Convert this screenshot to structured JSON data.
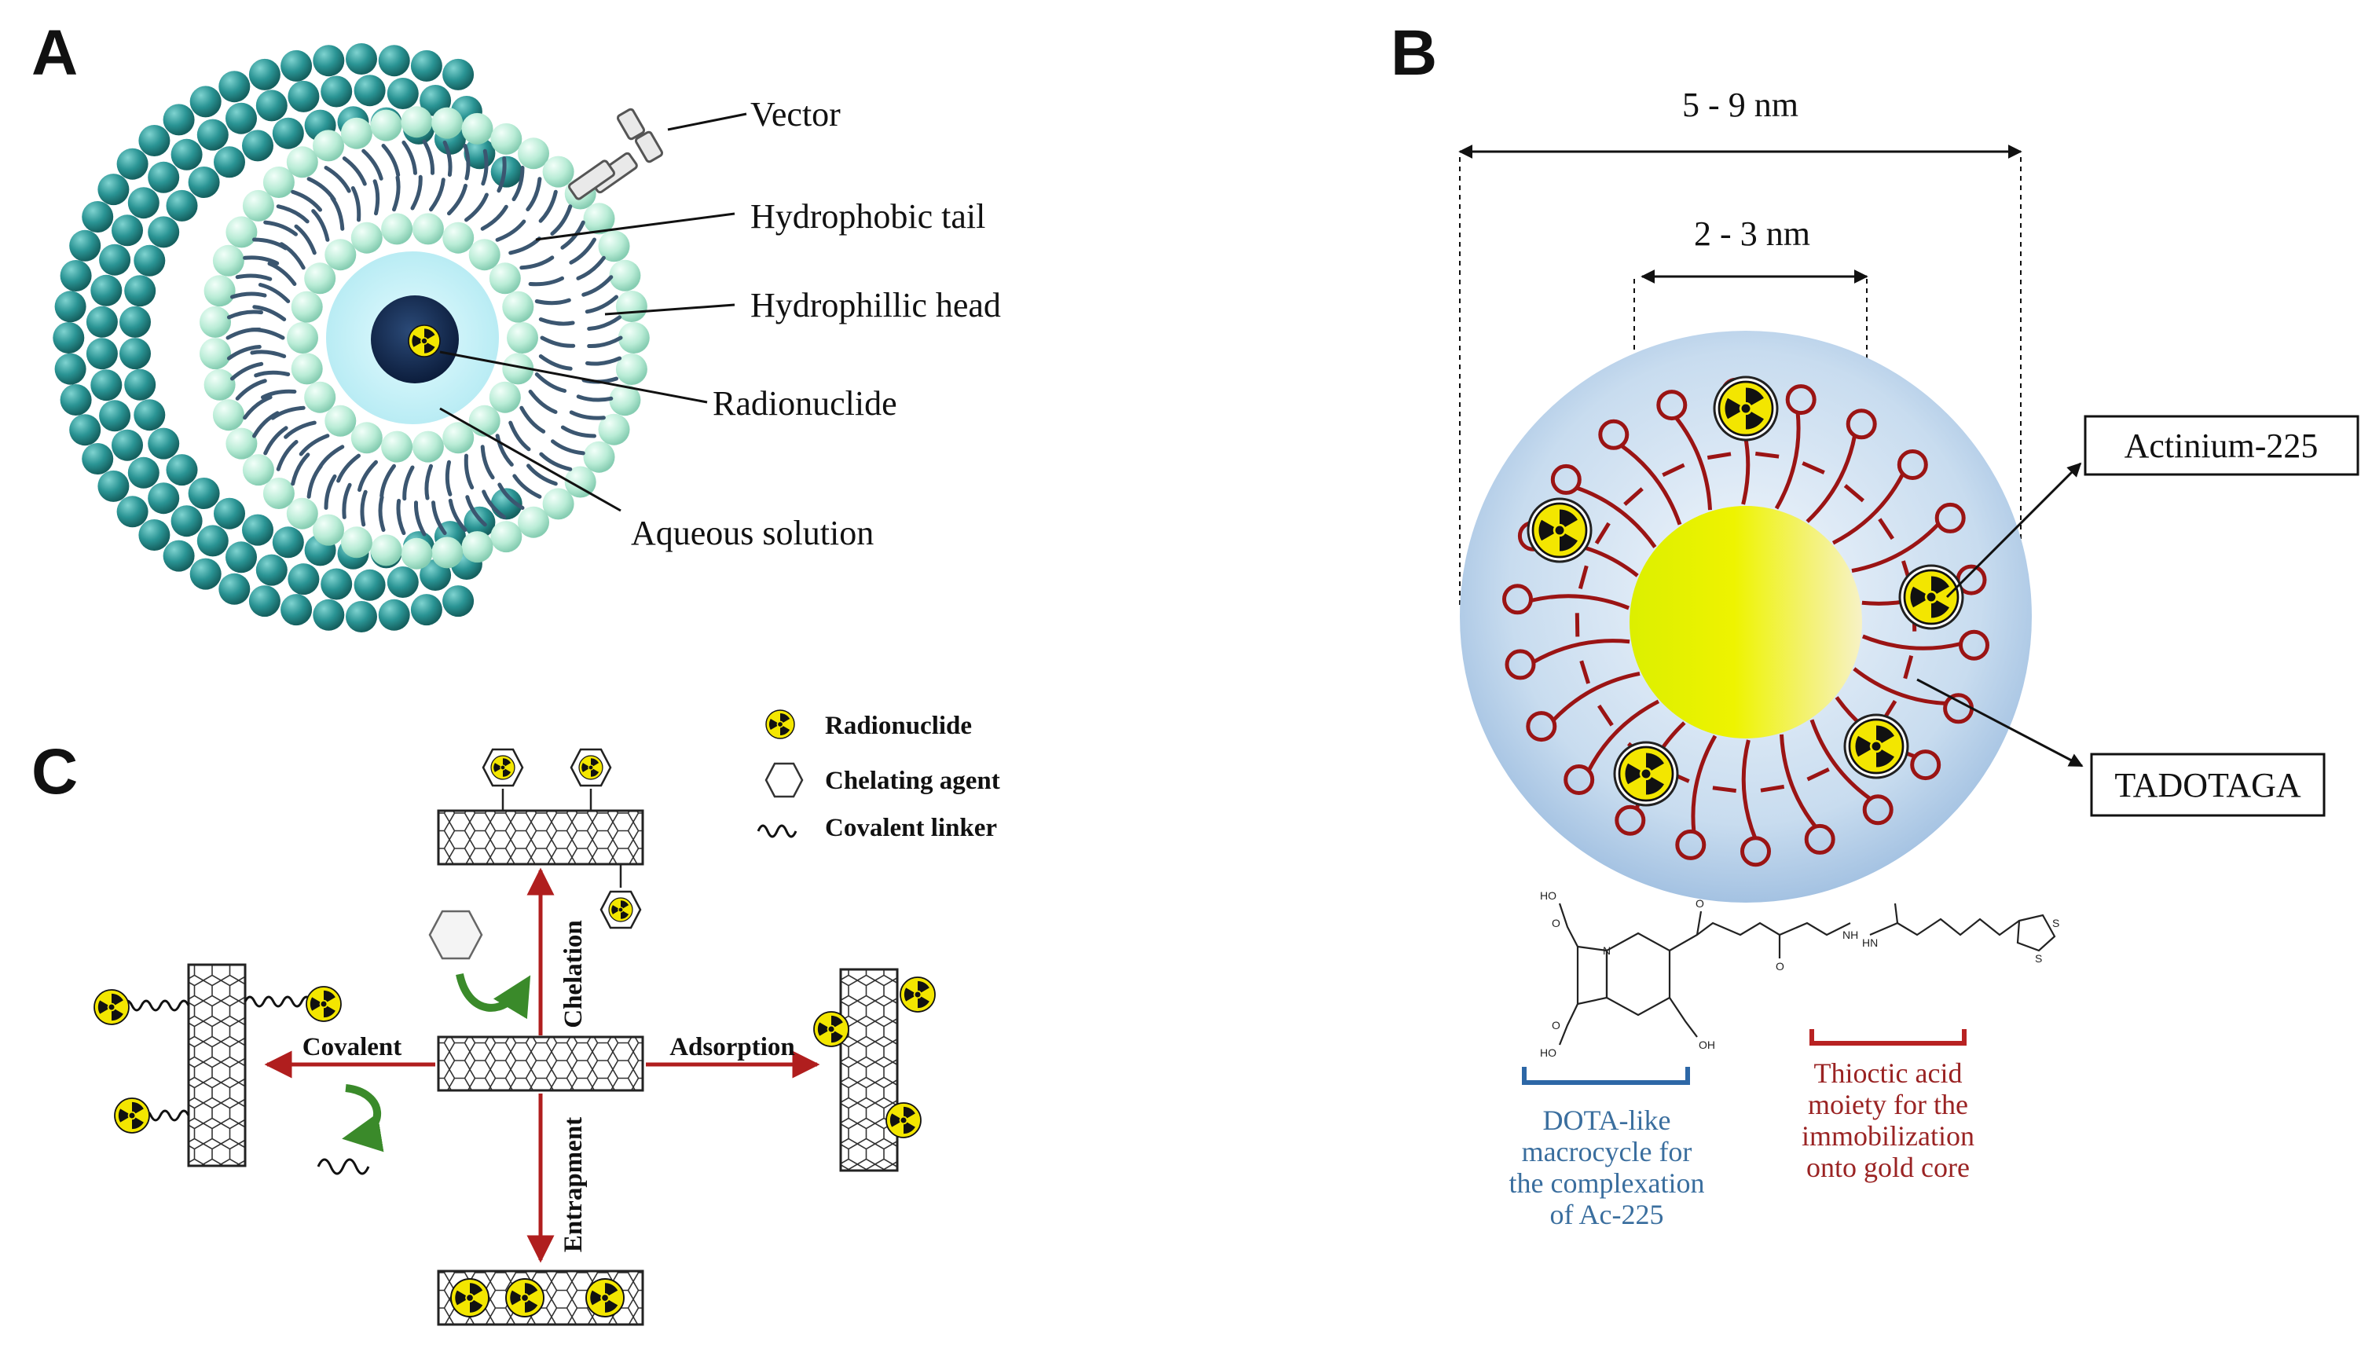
{
  "panels": {
    "a": {
      "letter": "A",
      "labels": {
        "vector": "Vector",
        "hydrophobic_tail": "Hydrophobic tail",
        "hydrophilic_head": "Hydrophillic head",
        "radionuclide": "Radionuclide",
        "aqueous_solution": "Aqueous solution"
      }
    },
    "b": {
      "letter": "B",
      "outer_dimension": "5 - 9 nm",
      "inner_dimension": "2 - 3 nm",
      "box_actinium": "Actinium-225",
      "box_tadotaga": "TADOTAGA",
      "dota_caption": [
        "DOTA-like",
        "macrocycle for",
        "the complexation",
        "of Ac-225"
      ],
      "thioctic_caption": [
        "Thioctic acid",
        "moiety for the",
        "immobilization",
        "onto gold core"
      ],
      "structure_atoms": [
        "HO",
        "O",
        "N",
        "HO",
        "O",
        "OH",
        "O",
        "NH",
        "HN",
        "S",
        "S",
        "O"
      ]
    },
    "c": {
      "letter": "C",
      "legend": {
        "radionuclide": "Radionuclide",
        "chelating_agent": "Chelating agent",
        "covalent_linker": "Covalent linker"
      },
      "arrows": {
        "covalent": "Covalent",
        "adsorption": "Adsorption",
        "chelation": "Chelation",
        "entrapment": "Entrapment"
      }
    }
  },
  "colors": {
    "teal_dark": "#2a9494",
    "mint": "#bdf0da",
    "tail_blue": "#3b5670",
    "core_yellow": "#e8f000",
    "shell_blue": "#b5d0ea",
    "ligand_red": "#9b1414",
    "arrow_red": "#b01e1e",
    "curve_green": "#3a8a2a",
    "caption_blue": "#3a6e9e",
    "caption_red": "#9a2323"
  }
}
